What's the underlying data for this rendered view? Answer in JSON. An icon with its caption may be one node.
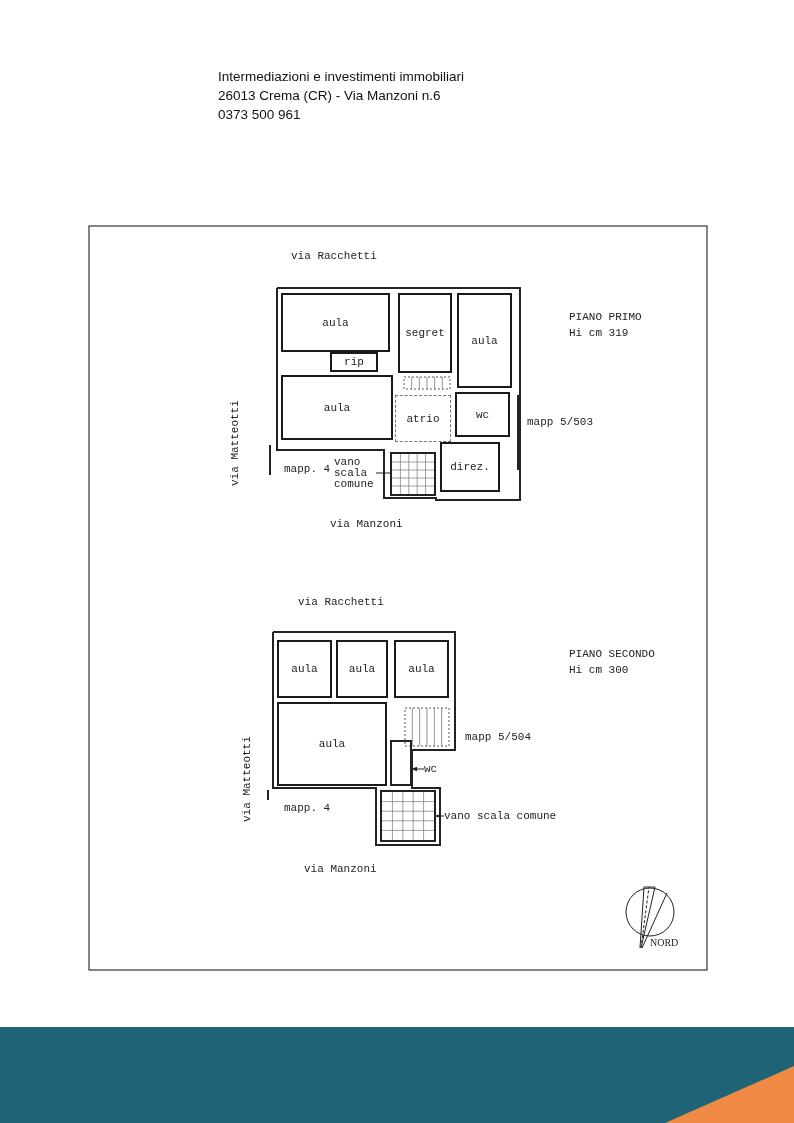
{
  "diagram": {
    "nodes": [
      {
        "text": [
          "aula"
        ]
      },
      {
        "text": [
          "segret"
        ]
      },
      {
        "text": [
          "aula"
        ]
      },
      {
        "text": [
          "rip"
        ]
      },
      {
        "text": [
          "aula"
        ]
      },
      {
        "text": [
          "atrio"
        ]
      },
      {
        "text": [
          "wc"
        ]
      },
      {
        "text": [
          "direz."
        ]
      },
      {
        "text": [
          "vano scala comune"
        ]
      },
      {
        "text": [],
        "shape": "box"
      },
      {
        "text": [
          "aula"
        ]
      },
      {
        "text": [
          "aula"
        ]
      },
      {
        "text": [
          "aula"
        ]
      },
      {
        "text": [
          "aula"
        ]
      },
      {
        "text": [
          "wc"
        ]
      },
      {
        "text": [],
        "shape": "box"
      },
      {
        "text": [
          "vano scala comune"
        ]
      },
      {
        "text": [],
        "shape": "box"
      }
    ],
    "edges": [
      {
        "from": 8,
        "to": 9,
        "arrow": "none"
      },
      {
        "from": 14,
        "to": 15,
        "arrow": "to"
      },
      {
        "from": 16,
        "to": 17,
        "arrow": "to"
      }
    ],
    "labels": [
      "Intermediazioni e investimenti immobiliari",
      "26013 Crema (CR) - Via Manzoni n.6",
      "0373 500 961",
      "via Racchetti",
      "PIANO PRIMO",
      "Hi cm 319",
      "via Matteotti",
      "mapp 5/503",
      "mapp. 4",
      "via Manzoni",
      "via Racchetti",
      "PIANO SECONDO",
      "Hi cm 300",
      "mapp 5/504",
      "via Matteotti",
      "mapp. 4",
      "via Manzoni",
      "NORD"
    ]
  }
}
